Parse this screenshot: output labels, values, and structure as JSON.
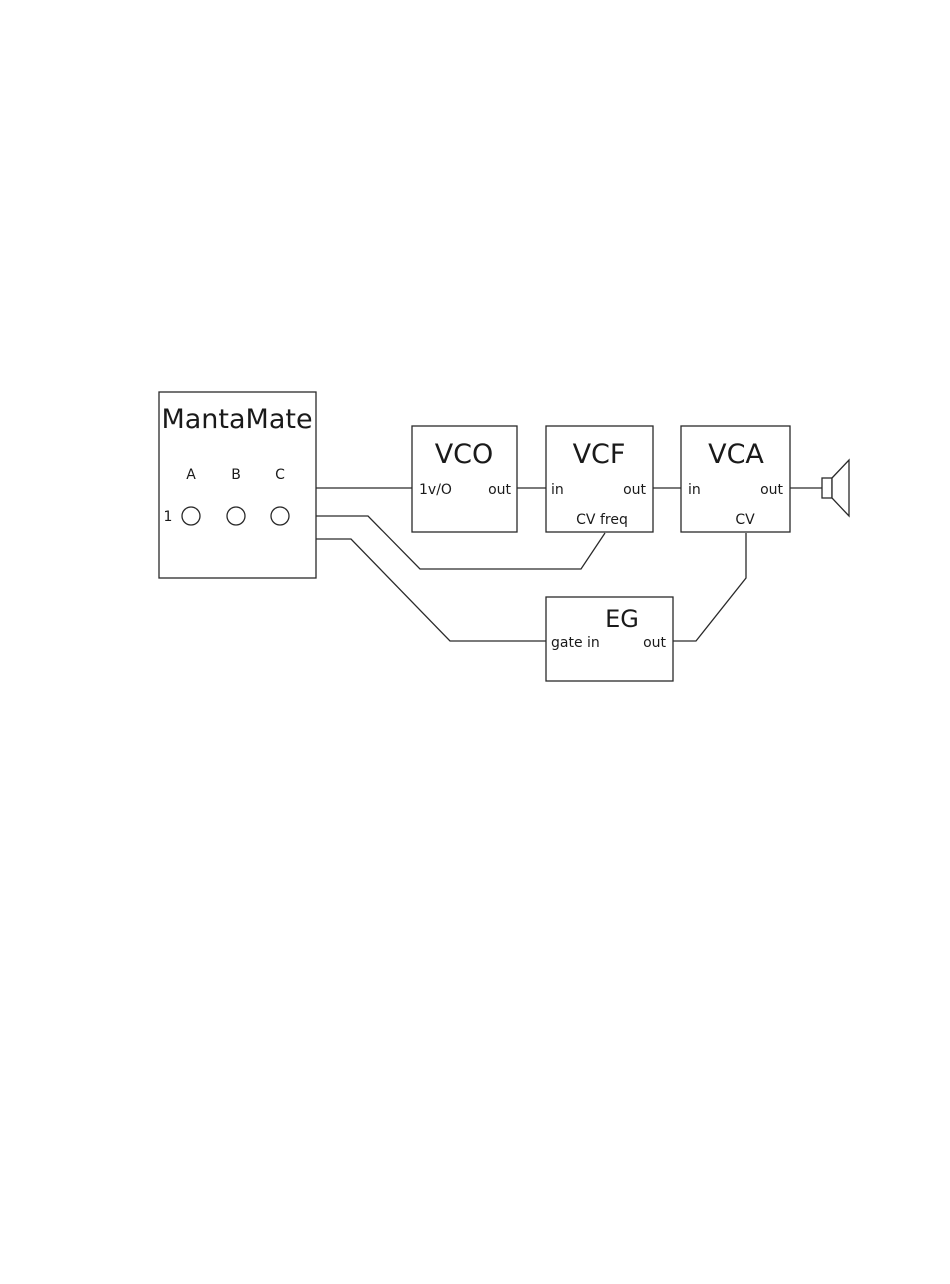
{
  "mantamate": {
    "title": "MantaMate",
    "col_a": "A",
    "col_b": "B",
    "col_c": "C",
    "row_1": "1"
  },
  "vco": {
    "title": "VCO",
    "port_in": "1v/O",
    "port_out": "out"
  },
  "vcf": {
    "title": "VCF",
    "port_in": "in",
    "port_out": "out",
    "port_cv": "CV freq"
  },
  "vca": {
    "title": "VCA",
    "port_in": "in",
    "port_out": "out",
    "port_cv": "CV"
  },
  "eg": {
    "title": "EG",
    "port_in": "gate in",
    "port_out": "out"
  },
  "output": {
    "icon": "speaker-icon"
  },
  "colors": {
    "line": "#2a2a2a",
    "text": "#1a1a1a",
    "background": "#ffffff"
  }
}
